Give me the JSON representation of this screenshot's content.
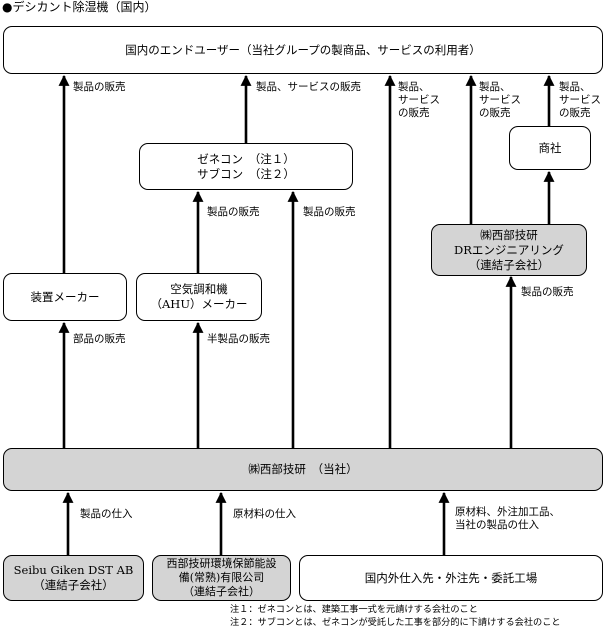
{
  "title": "●デシカント除湿機（国内）",
  "boxes": {
    "end_users": "国内のエンドユーザー（当社グループの製商品、サービスの利用者）",
    "general_contractor": "ゼネコン　（注１）\nサブコン　（注２）",
    "trading_company": "商社",
    "seibu_dr": "㈱西部技研\nDRエンジニアリング\n（連結子会社）",
    "equipment_maker": "装置メーカー",
    "ahu_maker": "空気調和機\n（AHU）メーカー",
    "seibu_giken": "㈱西部技研　（当社）",
    "seibu_dst": "Seibu Giken DST AB\n（連結子会社）",
    "seibu_env": "西部技研環境保節能設\n備(常熟)有限公司\n（連結子会社）",
    "suppliers": "国内外仕入先・外注先・委託工場"
  },
  "labels": {
    "product_sales_1": "製品の販売",
    "product_service_sales": "製品、サービスの販売",
    "product_sales_2": "製品の販売",
    "product_sales_3": "製品の販売",
    "product_service_sales_col4": "製品、\nサービス\nの販売",
    "product_service_sales_col5": "製品、\nサービス\nの販売",
    "product_service_sales_col6": "製品、\nサービス\nの販売",
    "product_sales_dr": "製品の販売",
    "parts_sales": "部品の販売",
    "semi_product_sales": "半製品の販売",
    "product_purchase": "製品の仕入",
    "raw_material_purchase": "原材料の仕入",
    "raw_material_outsourcing": "原材料、外注加工品、\n当社の製品の仕入"
  },
  "notes": {
    "note1": "注１：ゼネコンとは、建築工事一式を元請けする会社のこと",
    "note2": "注２：サブコンとは、ゼネコンが受託した工事を部分的に下請けする会社のこと"
  }
}
